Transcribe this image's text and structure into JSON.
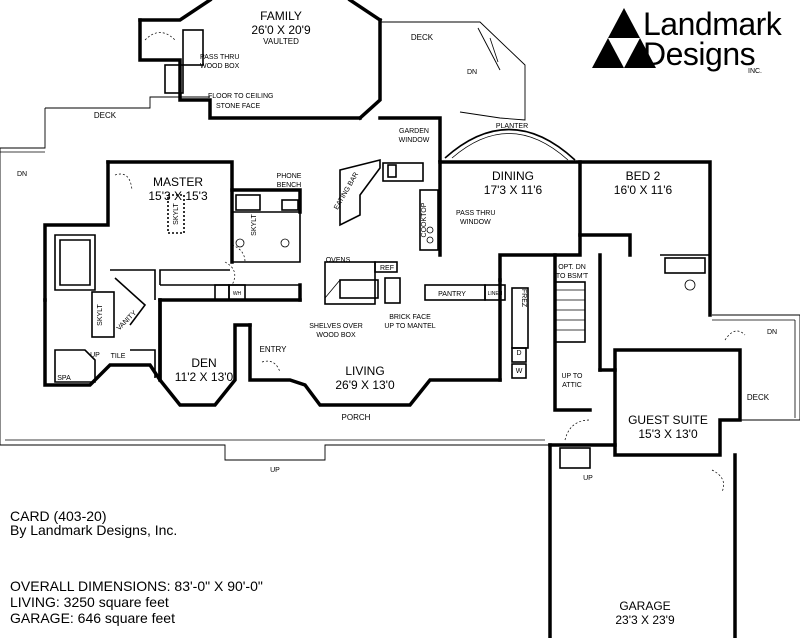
{
  "brand": {
    "line1": "Landmark",
    "line2": "Designs",
    "suffix": "INC."
  },
  "plan_id": "CARD (403-20)",
  "byline": "By Landmark Designs, Inc.",
  "specs": {
    "overall": "OVERALL DIMENSIONS: 83'-0\" X 90'-0\"",
    "living": "LIVING: 3250 square feet",
    "garage": "GARAGE: 646 square feet"
  },
  "rooms": {
    "family": {
      "name": "FAMILY",
      "dims": "26'0 X 20'9",
      "note": "VAULTED"
    },
    "master": {
      "name": "MASTER",
      "dims": "15'3 X 15'3"
    },
    "dining": {
      "name": "DINING",
      "dims": "17'3 X 11'6"
    },
    "bed2": {
      "name": "BED 2",
      "dims": "16'0 X 11'6"
    },
    "den": {
      "name": "DEN",
      "dims": "11'2 X 13'0"
    },
    "living": {
      "name": "LIVING",
      "dims": "26'9 X 13'0"
    },
    "guest": {
      "name": "GUEST SUITE",
      "dims": "15'3 X 13'0"
    },
    "garage": {
      "name": "GARAGE",
      "dims": "23'3 X 23'9"
    }
  },
  "labels": {
    "deck": "DECK",
    "dn": "DN",
    "up": "UP",
    "pass_thru_wood_box_1": "PASS THRU",
    "pass_thru_wood_box_2": "WOOD BOX",
    "stone_face_1": "FLOOR TO CEILING",
    "stone_face_2": "STONE FACE",
    "planter": "PLANTER",
    "garden_window_1": "GARDEN",
    "garden_window_2": "WINDOW",
    "phone_bench_1": "PHONE",
    "phone_bench_2": "BENCH",
    "eating_bar": "EATING BAR",
    "cooktop": "COOKTOP",
    "pass_thru_window_1": "PASS THRU",
    "pass_thru_window_2": "WINDOW",
    "skylt": "SKYLT",
    "ovens": "OVENS",
    "ref": "REF",
    "pantry": "PANTRY",
    "linen": "LINEN",
    "frez": "FREZ",
    "opt_dn_1": "OPT. DN",
    "opt_dn_2": "TO BSM'T",
    "shelves_1": "SHELVES OVER",
    "shelves_2": "WOOD BOX",
    "brick_1": "BRICK FACE",
    "brick_2": "UP TO MANTEL",
    "entry": "ENTRY",
    "porch": "PORCH",
    "tile": "TILE",
    "spa": "SPA",
    "vanity": "VANITY",
    "up_attic_1": "UP TO",
    "up_attic_2": "ATTIC",
    "wh": "WH",
    "d": "D",
    "w": "W"
  }
}
